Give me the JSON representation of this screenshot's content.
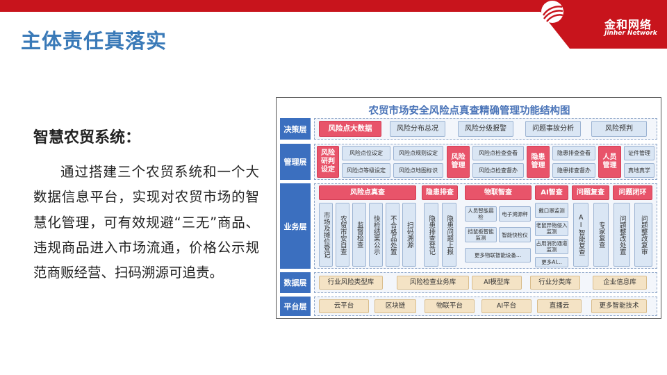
{
  "brand": {
    "name_cn": "金和网络",
    "name_en": "Jinher Network",
    "accent": "#c8141c",
    "title_color": "#3a7ab8"
  },
  "page": {
    "title": "主体责任真落实"
  },
  "content": {
    "heading": "智慧农贸系统：",
    "paragraph": "通过搭建三个农贸系统和一个大数据信息平台，实现对农贸市场的智慧化管理，可有效规避“三无”商品、违规商品进入市场流通，价格公示规范商贩经营、扫码溯源可追责。"
  },
  "diagram": {
    "title": "农贸市场安全风险点真查精确管理功能结构图",
    "layers": {
      "decision": "决策层",
      "management": "管理层",
      "business": "业务层",
      "data": "数据层",
      "platform": "平台层"
    },
    "decision": [
      "风险点大数据",
      "风险分布总况",
      "风险分级报警",
      "问题事故分析",
      "风险预判"
    ],
    "management": {
      "g1_head": "风险研判设定",
      "g1_items": [
        "风险点位设定",
        "风险点规则设定",
        "风险点等级设定",
        "风险点地图标识"
      ],
      "g2_head": "风险管理",
      "g2_items": [
        "风险点检查查看",
        "风险点检查督办"
      ],
      "g3_head": "隐患管理",
      "g3_items": [
        "隐患排查查看",
        "隐患排查督办"
      ],
      "g4_head": "人员管理",
      "g4_items": [
        "证件管理",
        "真地真学"
      ]
    },
    "business": {
      "headers": [
        "风险点真查",
        "隐患排查",
        "物联智查",
        "AI智查",
        "问题复查",
        "问题闭环"
      ],
      "risk_cols": [
        "市场及摊位登记",
        "农贸市安自查",
        "监督检查",
        "快检结果公示",
        "不合格品处置",
        "扫码溯源"
      ],
      "hazard_cols": [
        "隐患排查登记",
        "隐患问题上报"
      ],
      "iot": [
        "人员智能晨检",
        "电子溯源秤",
        "挡鼠板智能监测",
        "智能快检仪",
        "更多物联智能设备..."
      ],
      "ai_items": [
        "戴口罩监测",
        "老鼠异物侵入监测",
        "占用消防通道监测",
        "更多AI..."
      ],
      "ai_col": "AI智能复查",
      "review_col": "专家复查",
      "loop_cols": [
        "问题整改处置",
        "问题整改复审"
      ]
    },
    "data": [
      "行业风险类型库",
      "风险检查业务库",
      "AI模型库",
      "行业分类库",
      "企业信息库"
    ],
    "platform": [
      "云平台",
      "区块链",
      "物联平台",
      "AI平台",
      "直播云",
      "更多智能技术"
    ]
  }
}
